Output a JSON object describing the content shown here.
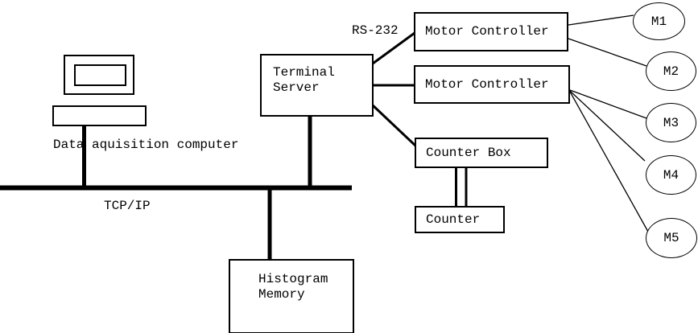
{
  "labels": {
    "rs232": "RS-232",
    "tcpip": "TCP/IP",
    "computer_caption": "Data aquisition computer"
  },
  "nodes": {
    "terminal_server": "Terminal\nServer",
    "motor_controller_1": "Motor Controller",
    "motor_controller_2": "Motor Controller",
    "counter_box": "Counter Box",
    "counter": "Counter",
    "histogram_memory": "Histogram\nMemory",
    "motors": [
      "M1",
      "M2",
      "M3",
      "M4",
      "M5"
    ]
  },
  "colors": {
    "foreground": "#000000",
    "background": "#ffffff"
  },
  "connections": [
    {
      "from": "data-aquisition-computer",
      "to": "tcpip-bus"
    },
    {
      "from": "terminal-server",
      "to": "tcpip-bus"
    },
    {
      "from": "histogram-memory",
      "to": "tcpip-bus"
    },
    {
      "from": "terminal-server",
      "to": "motor-controller-1",
      "label": "RS-232"
    },
    {
      "from": "terminal-server",
      "to": "motor-controller-2"
    },
    {
      "from": "terminal-server",
      "to": "counter-box"
    },
    {
      "from": "motor-controller-1",
      "to": "M1"
    },
    {
      "from": "motor-controller-1",
      "to": "M2"
    },
    {
      "from": "motor-controller-2",
      "to": "M3"
    },
    {
      "from": "motor-controller-2",
      "to": "M4"
    },
    {
      "from": "motor-controller-2",
      "to": "M5"
    },
    {
      "from": "counter-box",
      "to": "counter",
      "style": "double-line"
    }
  ]
}
